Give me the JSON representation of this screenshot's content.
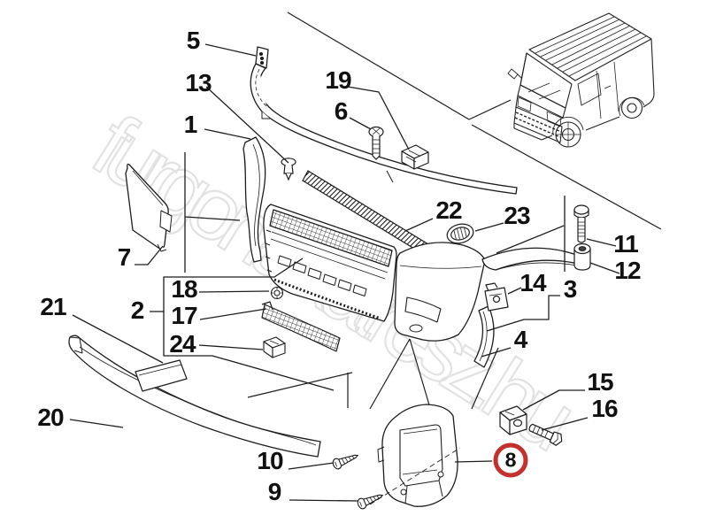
{
  "diagram": {
    "watermark_text": "furgonalkatresz.hu",
    "background_color": "#ffffff",
    "line_color": "#1d1d1d",
    "watermark_color": "#e2e2e2",
    "highlight": {
      "label": "8",
      "ring_color": "#c4302b"
    },
    "callouts": {
      "c1": "1",
      "c2": "2",
      "c3": "3",
      "c4": "4",
      "c5": "5",
      "c6": "6",
      "c7": "7",
      "c9": "9",
      "c10": "10",
      "c11": "11",
      "c12": "12",
      "c13": "13",
      "c14": "14",
      "c15": "15",
      "c16": "16",
      "c17": "17",
      "c18": "18",
      "c19": "19",
      "c20": "20",
      "c21": "21",
      "c22": "22",
      "c23": "23",
      "c24": "24"
    }
  }
}
